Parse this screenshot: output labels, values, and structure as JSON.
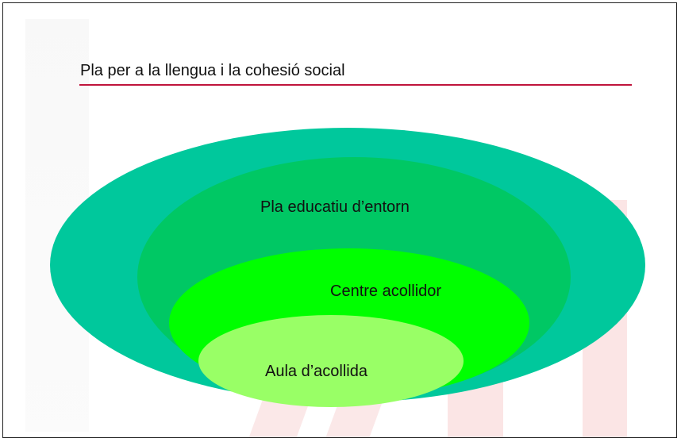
{
  "title": "Pla per a la llengua i la cohesió social",
  "colors": {
    "rule": "#c0143c",
    "outer": "#00c89c",
    "second": "#00c864",
    "third": "#00ff00",
    "inner": "#99ff66",
    "watermark": "#fbe3e3"
  },
  "diagram": {
    "rings": [
      {
        "label": ""
      },
      {
        "label": "Pla educatiu d’entorn"
      },
      {
        "label": "Centre acollidor"
      },
      {
        "label": "Aula d’acollida"
      }
    ]
  }
}
